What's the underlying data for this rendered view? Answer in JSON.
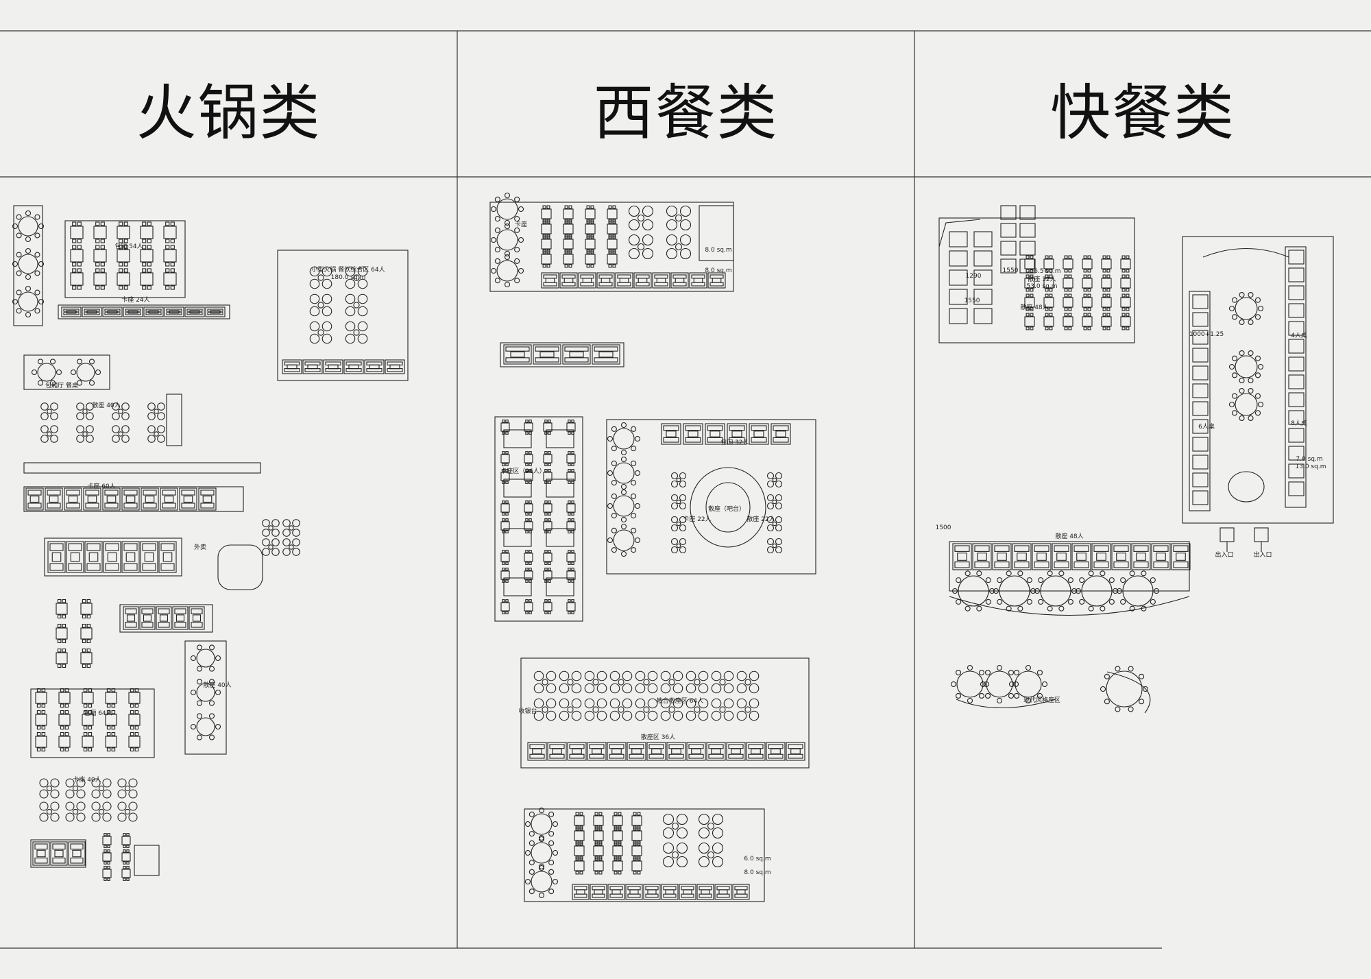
{
  "columns": [
    {
      "title": "火锅类",
      "labels": [
        "包厢 54人",
        "卡座 24人",
        "小型火锅 餐饮综合区 64人",
        "180.0 sq.m",
        "包厢厅 餐桌",
        "散座 40人",
        "卡座 60人",
        "散座 40人",
        "包厢 64人",
        "卡座 40人",
        "外卖"
      ]
    },
    {
      "title": "西餐类",
      "labels": [
        "卡座",
        "8.0 sq.m",
        "8.0 sq.m",
        "卡座区（96人）",
        "包间 32人",
        "卡座 22人",
        "散座 22人",
        "散座（吧台）",
        "散台散座区 64人",
        "散座区 36人",
        "收银台",
        "6.0 sq.m",
        "8.0 sq.m"
      ]
    },
    {
      "title": "快餐类",
      "labels": [
        "1290",
        "1550",
        "1550",
        "散座 32人",
        "53.0 sq.m",
        "散座 48人",
        "56.5 sq.m",
        "1000+1.25",
        "4人桌",
        "6人桌",
        "8人桌",
        "7.0 sq.m",
        "13.0 sq.m",
        "散座 48人",
        "1500",
        "现代风格座区",
        "出入口",
        "出入口"
      ]
    }
  ]
}
